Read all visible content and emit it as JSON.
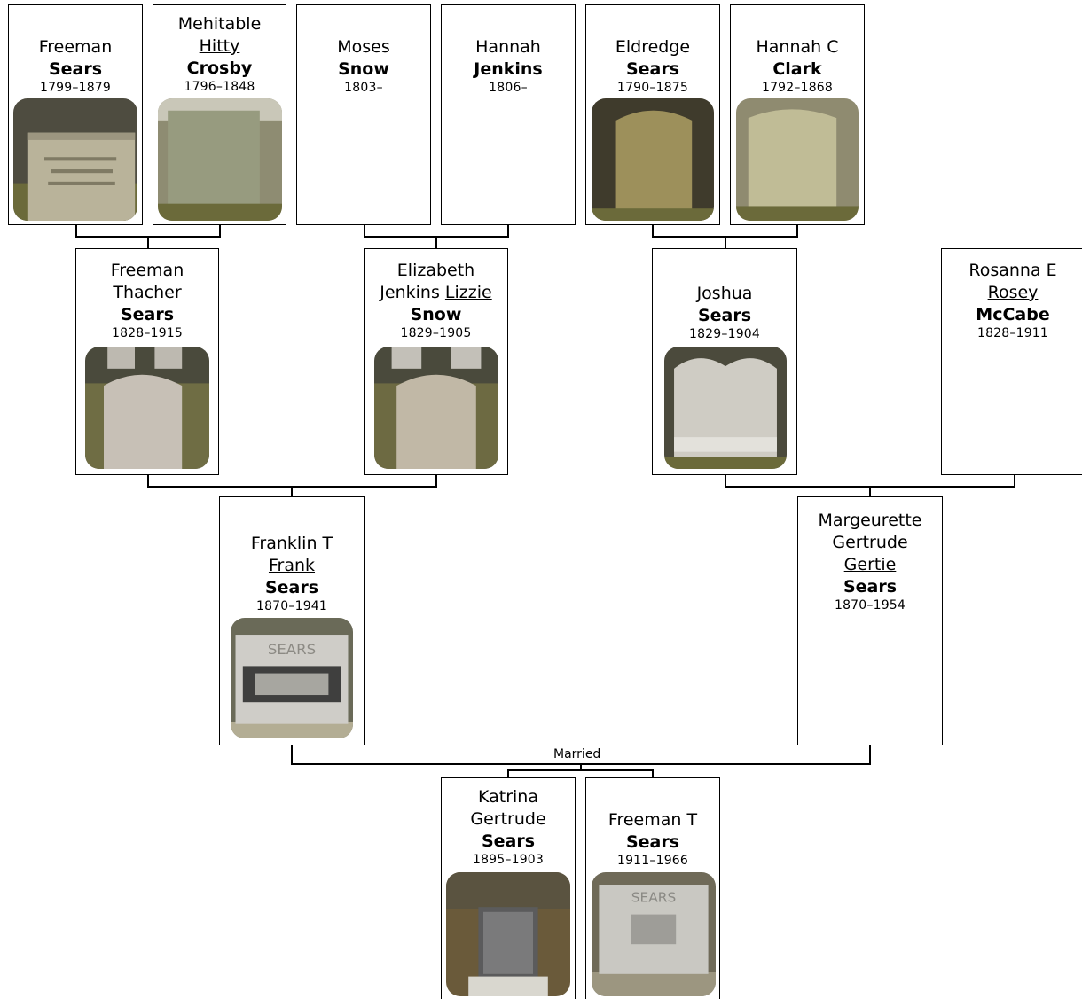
{
  "people": {
    "p1": {
      "given": "Freeman",
      "nick": "",
      "surname": "Sears",
      "years": "1799–1879",
      "photo": "headstone-photo"
    },
    "p2": {
      "given": "Mehitable",
      "nick": "Hitty",
      "surname": "Crosby",
      "years": "1796–1848",
      "photo": "headstone-photo"
    },
    "p3": {
      "given": "Moses",
      "nick": "",
      "surname": "Snow",
      "years": "1803–",
      "photo": ""
    },
    "p4": {
      "given": "Hannah",
      "nick": "",
      "surname": "Jenkins",
      "years": "1806–",
      "photo": ""
    },
    "p5": {
      "given": "Eldredge",
      "nick": "",
      "surname": "Sears",
      "years": "1790–1875",
      "photo": "headstone-photo"
    },
    "p6": {
      "given": "Hannah C",
      "nick": "",
      "surname": "Clark",
      "years": "1792–1868",
      "photo": "headstone-photo"
    },
    "p7": {
      "given_1": "Freeman",
      "given_2": "Thacher",
      "nick": "",
      "surname": "Sears",
      "years": "1828–1915",
      "photo": "headstone-photo"
    },
    "p8": {
      "given_1": "Elizabeth",
      "given_2": "Jenkins",
      "nick": "Lizzie",
      "surname": "Snow",
      "years": "1829–1905",
      "photo": "headstone-photo"
    },
    "p9": {
      "given": "Joshua",
      "nick": "",
      "surname": "Sears",
      "years": "1829–1904",
      "photo": "headstone-photo"
    },
    "p10": {
      "given": "Rosanna E",
      "nick": "Rosey",
      "surname": "McCabe",
      "years": "1828–1911",
      "photo": ""
    },
    "p11": {
      "given": "Franklin T",
      "nick": "Frank",
      "surname": "Sears",
      "years": "1870–1941",
      "photo": "headstone-photo",
      "stone_text": "SEARS"
    },
    "p12": {
      "given_1": "Margeurette",
      "given_2": "Gertrude",
      "nick": "Gertie",
      "surname": "Sears",
      "years": "1870–1954",
      "photo": ""
    },
    "p13": {
      "given_1": "Katrina",
      "given_2": "Gertrude",
      "nick": "",
      "surname": "Sears",
      "years": "1895–1903",
      "photo": "headstone-photo"
    },
    "p14": {
      "given": "Freeman T",
      "nick": "",
      "surname": "Sears",
      "years": "1911–1966",
      "photo": "headstone-photo",
      "stone_text": "SEARS"
    }
  },
  "married_label": "Married",
  "colors": {
    "border": "#000000",
    "background": "#ffffff",
    "stone_gray": "#a9a79c",
    "grass": "#6b6a3a"
  }
}
